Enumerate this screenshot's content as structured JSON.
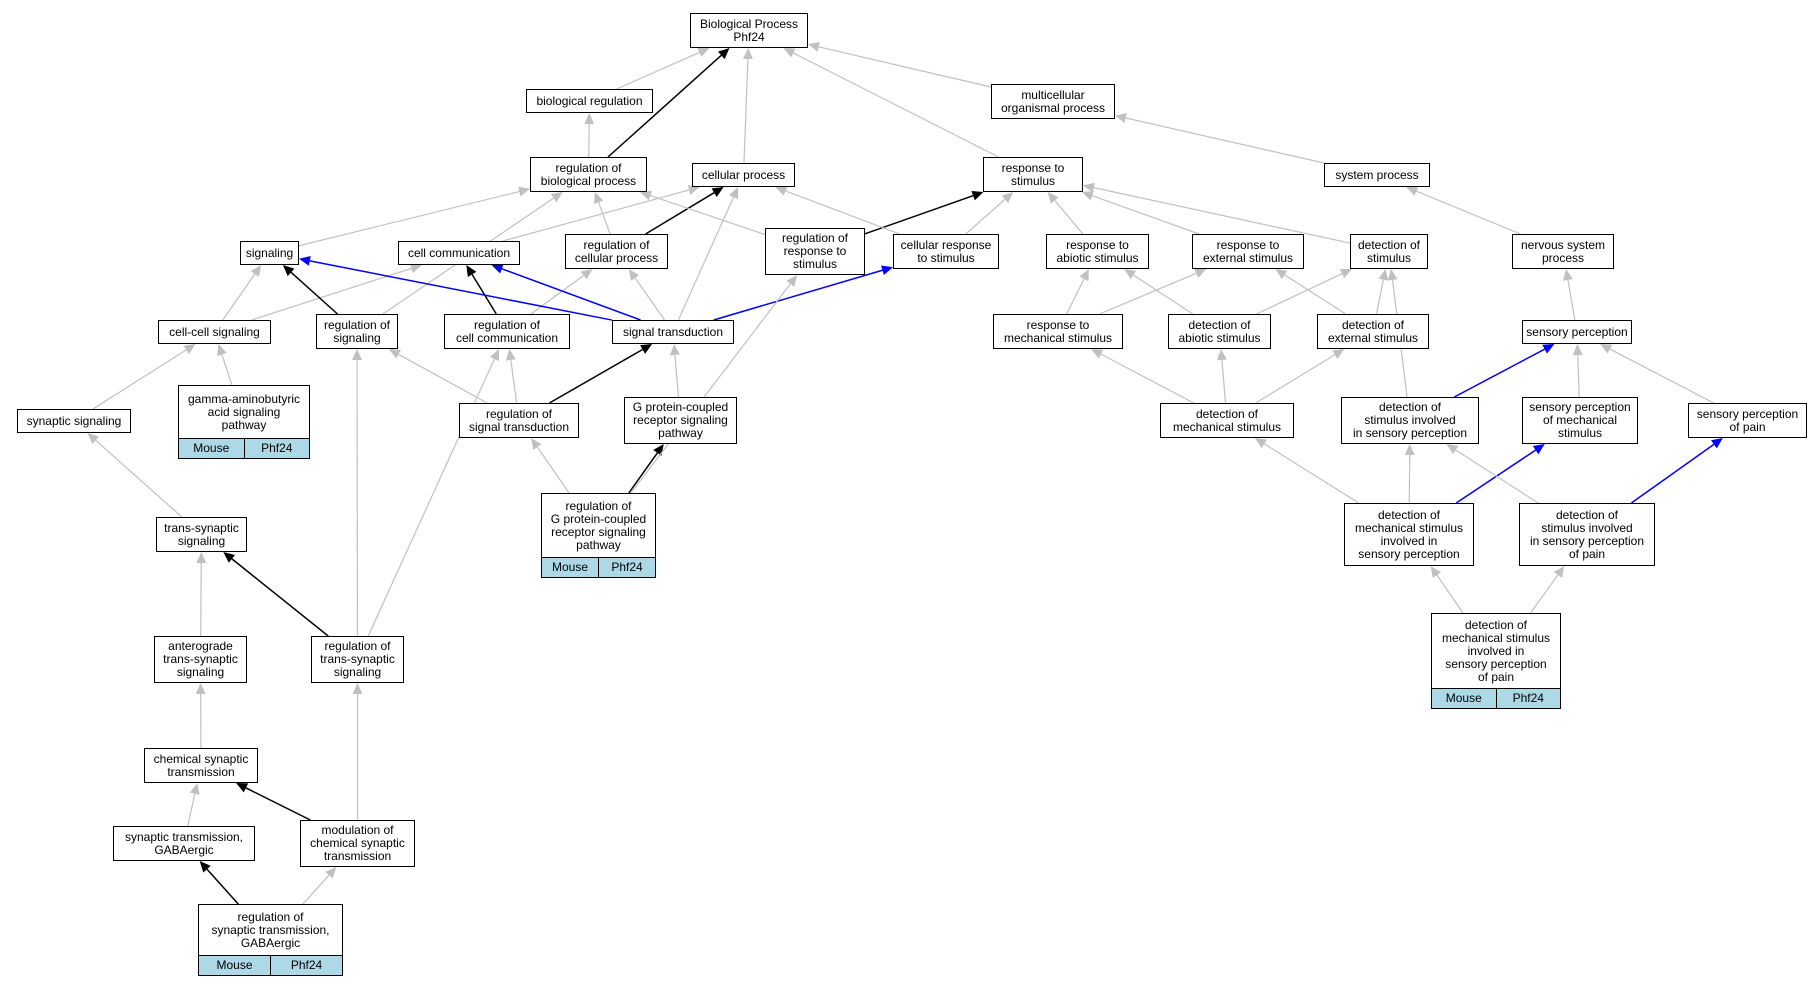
{
  "colors": {
    "black": "#000000",
    "gray": "#c0c0c0",
    "blue": "#0000ff",
    "annotation": "#add8e6"
  },
  "nodes": [
    {
      "id": "bp",
      "lines": [
        "Biological Process",
        "Phf24"
      ]
    },
    {
      "id": "bioreg",
      "lines": [
        "biological regulation"
      ]
    },
    {
      "id": "multi",
      "lines": [
        "multicellular",
        "organismal process"
      ]
    },
    {
      "id": "regbio",
      "lines": [
        "regulation of",
        "biological process"
      ]
    },
    {
      "id": "cellproc",
      "lines": [
        "cellular process"
      ]
    },
    {
      "id": "resp",
      "lines": [
        "response to",
        "stimulus"
      ]
    },
    {
      "id": "sysproc",
      "lines": [
        "system process"
      ]
    },
    {
      "id": "signaling",
      "lines": [
        "signaling"
      ]
    },
    {
      "id": "cellcomm",
      "lines": [
        "cell communication"
      ]
    },
    {
      "id": "regcellproc",
      "lines": [
        "regulation of",
        "cellular process"
      ]
    },
    {
      "id": "regresp",
      "lines": [
        "regulation of",
        "response to",
        "stimulus"
      ]
    },
    {
      "id": "cellresp",
      "lines": [
        "cellular response",
        "to stimulus"
      ]
    },
    {
      "id": "respabio",
      "lines": [
        "response to",
        "abiotic stimulus"
      ]
    },
    {
      "id": "respext",
      "lines": [
        "response to",
        "external stimulus"
      ]
    },
    {
      "id": "detstim",
      "lines": [
        "detection of",
        "stimulus"
      ]
    },
    {
      "id": "nervous",
      "lines": [
        "nervous system",
        "process"
      ]
    },
    {
      "id": "cellcell",
      "lines": [
        "cell-cell signaling"
      ]
    },
    {
      "id": "regsig",
      "lines": [
        "regulation of",
        "signaling"
      ]
    },
    {
      "id": "regcellcomm",
      "lines": [
        "regulation of",
        "cell communication"
      ]
    },
    {
      "id": "sigtrans",
      "lines": [
        "signal transduction"
      ]
    },
    {
      "id": "respmech",
      "lines": [
        "response to",
        "mechanical stimulus"
      ]
    },
    {
      "id": "detabio",
      "lines": [
        "detection of",
        "abiotic stimulus"
      ]
    },
    {
      "id": "detext",
      "lines": [
        "detection of",
        "external stimulus"
      ]
    },
    {
      "id": "sensperc",
      "lines": [
        "sensory perception"
      ]
    },
    {
      "id": "gaba",
      "lines": [
        "gamma-aminobutyric",
        "acid signaling",
        "pathway"
      ],
      "annotation": [
        "Mouse",
        "Phf24"
      ]
    },
    {
      "id": "synsig",
      "lines": [
        "synaptic signaling"
      ]
    },
    {
      "id": "regsigtrans",
      "lines": [
        "regulation of",
        "signal transduction"
      ]
    },
    {
      "id": "gpcr",
      "lines": [
        "G protein-coupled",
        "receptor signaling",
        "pathway"
      ]
    },
    {
      "id": "detmech",
      "lines": [
        "detection of",
        "mechanical stimulus"
      ]
    },
    {
      "id": "detsens",
      "lines": [
        "detection of",
        "stimulus involved",
        "in sensory perception"
      ]
    },
    {
      "id": "sensmech",
      "lines": [
        "sensory perception",
        "of mechanical",
        "stimulus"
      ]
    },
    {
      "id": "senspain",
      "lines": [
        "sensory perception",
        "of pain"
      ]
    },
    {
      "id": "reggpcr",
      "lines": [
        "regulation of",
        "G protein-coupled",
        "receptor signaling",
        "pathway"
      ],
      "annotation": [
        "Mouse",
        "Phf24"
      ]
    },
    {
      "id": "transsyn",
      "lines": [
        "trans-synaptic",
        "signaling"
      ]
    },
    {
      "id": "detmechsens",
      "lines": [
        "detection of",
        "mechanical stimulus",
        "involved in",
        "sensory perception"
      ]
    },
    {
      "id": "detpain",
      "lines": [
        "detection of",
        "stimulus involved",
        "in sensory perception",
        "of pain"
      ]
    },
    {
      "id": "antero",
      "lines": [
        "anterograde",
        "trans-synaptic",
        "signaling"
      ]
    },
    {
      "id": "regtranssyn",
      "lines": [
        "regulation of",
        "trans-synaptic",
        "signaling"
      ]
    },
    {
      "id": "detmechpain",
      "lines": [
        "detection of",
        "mechanical stimulus",
        "involved in",
        "sensory perception",
        "of pain"
      ],
      "annotation": [
        "Mouse",
        "Phf24"
      ]
    },
    {
      "id": "chemsyn",
      "lines": [
        "chemical synaptic",
        "transmission"
      ]
    },
    {
      "id": "syngaba",
      "lines": [
        "synaptic transmission,",
        "GABAergic"
      ]
    },
    {
      "id": "modchem",
      "lines": [
        "modulation of",
        "chemical synaptic",
        "transmission"
      ]
    },
    {
      "id": "regsyngaba",
      "lines": [
        "regulation of",
        "synaptic transmission,",
        "GABAergic"
      ],
      "annotation": [
        "Mouse",
        "Phf24"
      ]
    }
  ],
  "edges": [
    {
      "from": "bioreg",
      "to": "bp",
      "color": "gray"
    },
    {
      "from": "regbio",
      "to": "bioreg",
      "color": "gray"
    },
    {
      "from": "regbio",
      "to": "bp",
      "color": "black"
    },
    {
      "from": "cellproc",
      "to": "bp",
      "color": "gray"
    },
    {
      "from": "resp",
      "to": "bp",
      "color": "gray"
    },
    {
      "from": "multi",
      "to": "bp",
      "color": "gray"
    },
    {
      "from": "sysproc",
      "to": "multi",
      "color": "gray"
    },
    {
      "from": "signaling",
      "to": "regbio",
      "color": "gray"
    },
    {
      "from": "cellcomm",
      "to": "cellproc",
      "color": "gray"
    },
    {
      "from": "regcellproc",
      "to": "regbio",
      "color": "gray"
    },
    {
      "from": "regcellproc",
      "to": "cellproc",
      "color": "black"
    },
    {
      "from": "regresp",
      "to": "regbio",
      "color": "gray"
    },
    {
      "from": "regresp",
      "to": "resp",
      "color": "black"
    },
    {
      "from": "cellresp",
      "to": "cellproc",
      "color": "gray"
    },
    {
      "from": "cellresp",
      "to": "resp",
      "color": "gray"
    },
    {
      "from": "respabio",
      "to": "resp",
      "color": "gray"
    },
    {
      "from": "respext",
      "to": "resp",
      "color": "gray"
    },
    {
      "from": "detstim",
      "to": "resp",
      "color": "gray"
    },
    {
      "from": "nervous",
      "to": "sysproc",
      "color": "gray"
    },
    {
      "from": "cellcell",
      "to": "signaling",
      "color": "gray"
    },
    {
      "from": "cellcell",
      "to": "cellcomm",
      "color": "gray"
    },
    {
      "from": "regsig",
      "to": "signaling",
      "color": "black"
    },
    {
      "from": "regsig",
      "to": "regbio",
      "color": "gray"
    },
    {
      "from": "regcellcomm",
      "to": "cellcomm",
      "color": "black"
    },
    {
      "from": "regcellcomm",
      "to": "regcellproc",
      "color": "gray"
    },
    {
      "from": "sigtrans",
      "to": "signaling",
      "color": "blue"
    },
    {
      "from": "sigtrans",
      "to": "cellcomm",
      "color": "blue"
    },
    {
      "from": "sigtrans",
      "to": "cellresp",
      "color": "blue"
    },
    {
      "from": "sigtrans",
      "to": "cellproc",
      "color": "gray"
    },
    {
      "from": "sigtrans",
      "to": "regcellproc",
      "color": "gray"
    },
    {
      "from": "respmech",
      "to": "respabio",
      "color": "gray"
    },
    {
      "from": "respmech",
      "to": "respext",
      "color": "gray"
    },
    {
      "from": "detabio",
      "to": "respabio",
      "color": "gray"
    },
    {
      "from": "detabio",
      "to": "detstim",
      "color": "gray"
    },
    {
      "from": "detext",
      "to": "respext",
      "color": "gray"
    },
    {
      "from": "detext",
      "to": "detstim",
      "color": "gray"
    },
    {
      "from": "sensperc",
      "to": "nervous",
      "color": "gray"
    },
    {
      "from": "gaba",
      "to": "cellcell",
      "color": "gray"
    },
    {
      "from": "synsig",
      "to": "cellcell",
      "color": "gray"
    },
    {
      "from": "regsigtrans",
      "to": "sigtrans",
      "color": "black"
    },
    {
      "from": "regsigtrans",
      "to": "regsig",
      "color": "gray"
    },
    {
      "from": "regsigtrans",
      "to": "regcellcomm",
      "color": "gray"
    },
    {
      "from": "gpcr",
      "to": "sigtrans",
      "color": "gray"
    },
    {
      "from": "detmech",
      "to": "respmech",
      "color": "gray"
    },
    {
      "from": "detmech",
      "to": "detabio",
      "color": "gray"
    },
    {
      "from": "detmech",
      "to": "detext",
      "color": "gray"
    },
    {
      "from": "detsens",
      "to": "detstim",
      "color": "gray"
    },
    {
      "from": "detsens",
      "to": "sensperc",
      "color": "blue"
    },
    {
      "from": "sensmech",
      "to": "sensperc",
      "color": "gray"
    },
    {
      "from": "senspain",
      "to": "sensperc",
      "color": "gray"
    },
    {
      "from": "reggpcr",
      "to": "gpcr",
      "color": "black"
    },
    {
      "from": "reggpcr",
      "to": "regsigtrans",
      "color": "gray"
    },
    {
      "from": "reggpcr",
      "to": "regresp",
      "color": "gray"
    },
    {
      "from": "transsyn",
      "to": "synsig",
      "color": "gray"
    },
    {
      "from": "detmechsens",
      "to": "detmech",
      "color": "gray"
    },
    {
      "from": "detmechsens",
      "to": "detsens",
      "color": "gray"
    },
    {
      "from": "detmechsens",
      "to": "sensmech",
      "color": "blue"
    },
    {
      "from": "detpain",
      "to": "detsens",
      "color": "gray"
    },
    {
      "from": "detpain",
      "to": "senspain",
      "color": "blue"
    },
    {
      "from": "antero",
      "to": "transsyn",
      "color": "gray"
    },
    {
      "from": "regtranssyn",
      "to": "transsyn",
      "color": "black"
    },
    {
      "from": "regtranssyn",
      "to": "regsig",
      "color": "gray"
    },
    {
      "from": "regtranssyn",
      "to": "regcellcomm",
      "color": "gray"
    },
    {
      "from": "detmechpain",
      "to": "detmechsens",
      "color": "gray"
    },
    {
      "from": "detmechpain",
      "to": "detpain",
      "color": "gray"
    },
    {
      "from": "chemsyn",
      "to": "antero",
      "color": "gray"
    },
    {
      "from": "syngaba",
      "to": "chemsyn",
      "color": "gray"
    },
    {
      "from": "modchem",
      "to": "chemsyn",
      "color": "black"
    },
    {
      "from": "modchem",
      "to": "regtranssyn",
      "color": "gray"
    },
    {
      "from": "regsyngaba",
      "to": "syngaba",
      "color": "black"
    },
    {
      "from": "regsyngaba",
      "to": "modchem",
      "color": "gray"
    }
  ]
}
